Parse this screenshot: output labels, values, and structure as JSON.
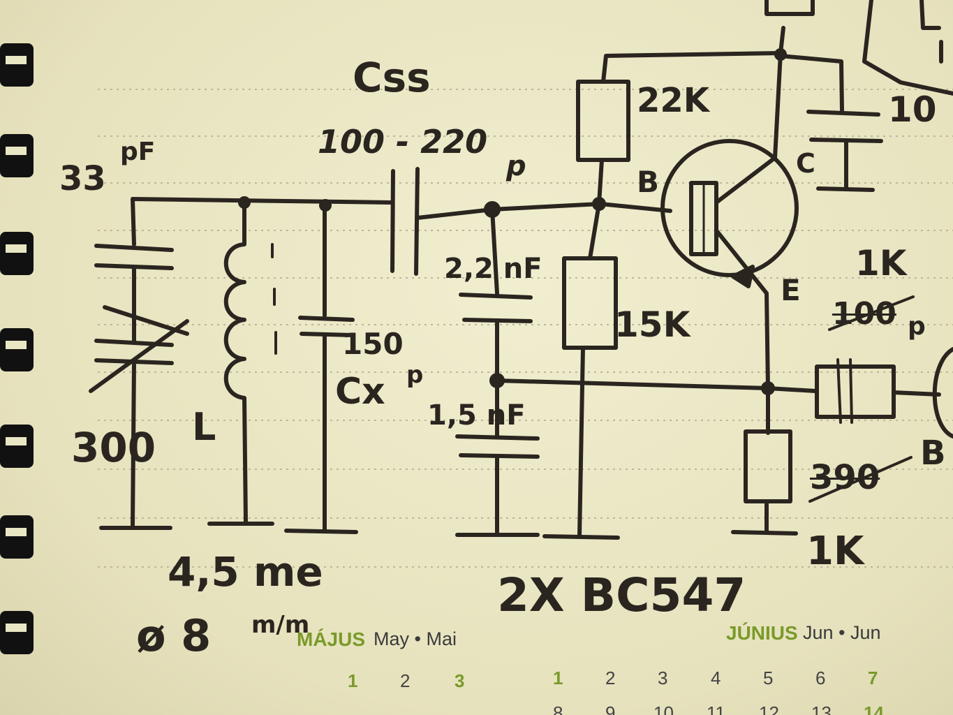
{
  "colors": {
    "paper": "#ece9c8",
    "ink": "#2b2520",
    "rule_line": "#bdb79a",
    "accent_green": "#7a9a2a",
    "spiral": "#111111"
  },
  "schematic": {
    "labels": {
      "css": "Css",
      "coupling_cap": "100 - 220",
      "coupling_cap_unit": "p",
      "c_in": "33",
      "c_in_unit": "pF",
      "var_cap": "300",
      "coil": "L",
      "cx_value": "150",
      "cx": "Cx",
      "cx_unit": "p",
      "c_22nf": "2,2 nF",
      "c_15nf": "1,5 nF",
      "r_22k": "22K",
      "r_15k": "15K",
      "base": "B",
      "collector": "C",
      "emitter": "E",
      "r_1k_top": "1K",
      "strike_100p": "100",
      "strike_100p_unit": "p",
      "strike_390": "390",
      "r_1k_bottom": "1K",
      "cap_partial": "10",
      "partial_b": "B",
      "coil_turns": "4,5 me",
      "coil_dia": "ø 8",
      "coil_dia_unit": "m/m",
      "transistor": "2X BC547"
    }
  },
  "calendar": {
    "may": {
      "name": "MÁJUS",
      "sub": "May • Mai",
      "days": [
        "1",
        "2",
        "3"
      ]
    },
    "june": {
      "name": "JÚNIUS",
      "sub": "Jun • Jun",
      "days_row1": [
        "1",
        "2",
        "3",
        "4",
        "5",
        "6",
        "7"
      ],
      "days_row2": [
        "8",
        "9",
        "10",
        "11",
        "12",
        "13",
        "14"
      ]
    }
  }
}
